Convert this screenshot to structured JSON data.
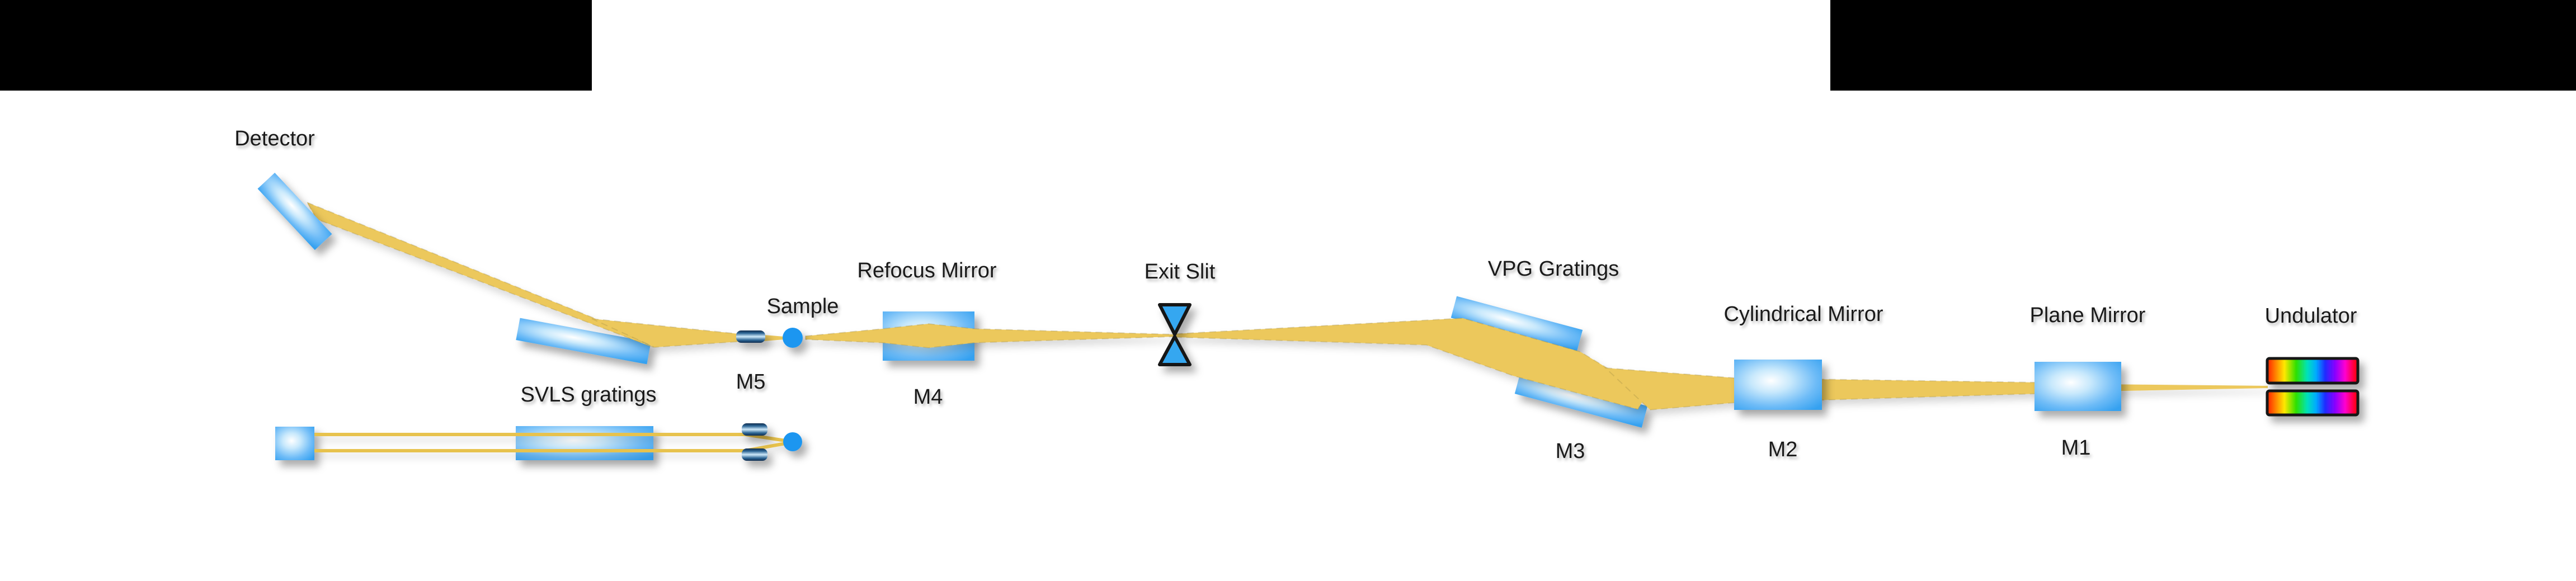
{
  "diagram": {
    "labels": {
      "detector": "Detector",
      "svls_gratings": "SVLS gratings",
      "sample": "Sample",
      "m5": "M5",
      "refocus_mirror": "Refocus Mirror",
      "m4": "M4",
      "exit_slit": "Exit Slit",
      "vpg_gratings": "VPG Gratings",
      "m3": "M3",
      "cylindrical_mirror": "Cylindrical Mirror",
      "m2": "M2",
      "plane_mirror": "Plane Mirror",
      "m1": "M1",
      "undulator": "Undulator"
    },
    "colors": {
      "background": "#FFFFFF",
      "mask": "#000000",
      "beam": "#ECC85C",
      "beam_line": "#E7C24E",
      "optic_blue": "#3FA9F5",
      "slit_blue": "#35A7F0",
      "sample_dot": "#1E96F0",
      "label_text": "#1A1A1A"
    }
  }
}
